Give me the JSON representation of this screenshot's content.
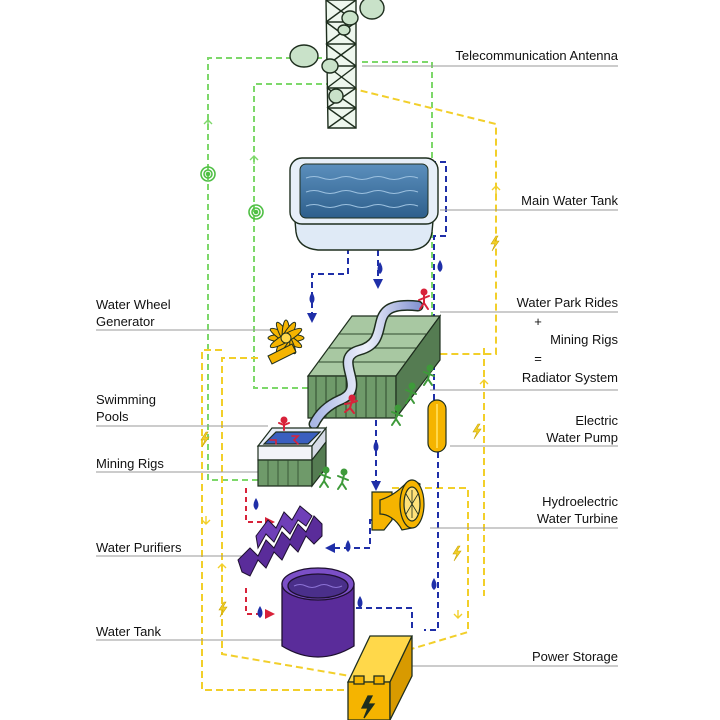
{
  "labels": {
    "telecom": "Telecommunication Antenna",
    "main_tank": "Main Water Tank",
    "park_rides": "Water Park Rides",
    "plus": "+",
    "mining_rigs_top": "Mining Rigs",
    "equals": "=",
    "radiator": "Radiator System",
    "wheel_line1": "Water Wheel",
    "wheel_line2": "Generator",
    "pools_line1": "Swimming",
    "pools_line2": "Pools",
    "mining_rigs": "Mining Rigs",
    "pump_line1": "Electric",
    "pump_line2": "Water Pump",
    "turbine_line1": "Hydroelectric",
    "turbine_line2": "Water Turbine",
    "purifiers": "Water Purifiers",
    "water_tank": "Water Tank",
    "power_storage": "Power Storage"
  },
  "colors": {
    "water_flow": "#1f2fa8",
    "power_flow": "#f2cf2a",
    "signal_flow": "#7dd86a",
    "tank_water": "#3a6f9e",
    "rig_green": "#6f9a6a",
    "purple": "#5a2c9a",
    "orange": "#f5b400",
    "red_people": "#d8223a",
    "green_people": "#3e9a3a"
  },
  "icons": [
    "antenna-tower-icon",
    "water-drop-icon",
    "lightning-icon",
    "wifi-signal-icon",
    "person-icon",
    "arrow-up-icon",
    "arrow-down-icon"
  ]
}
